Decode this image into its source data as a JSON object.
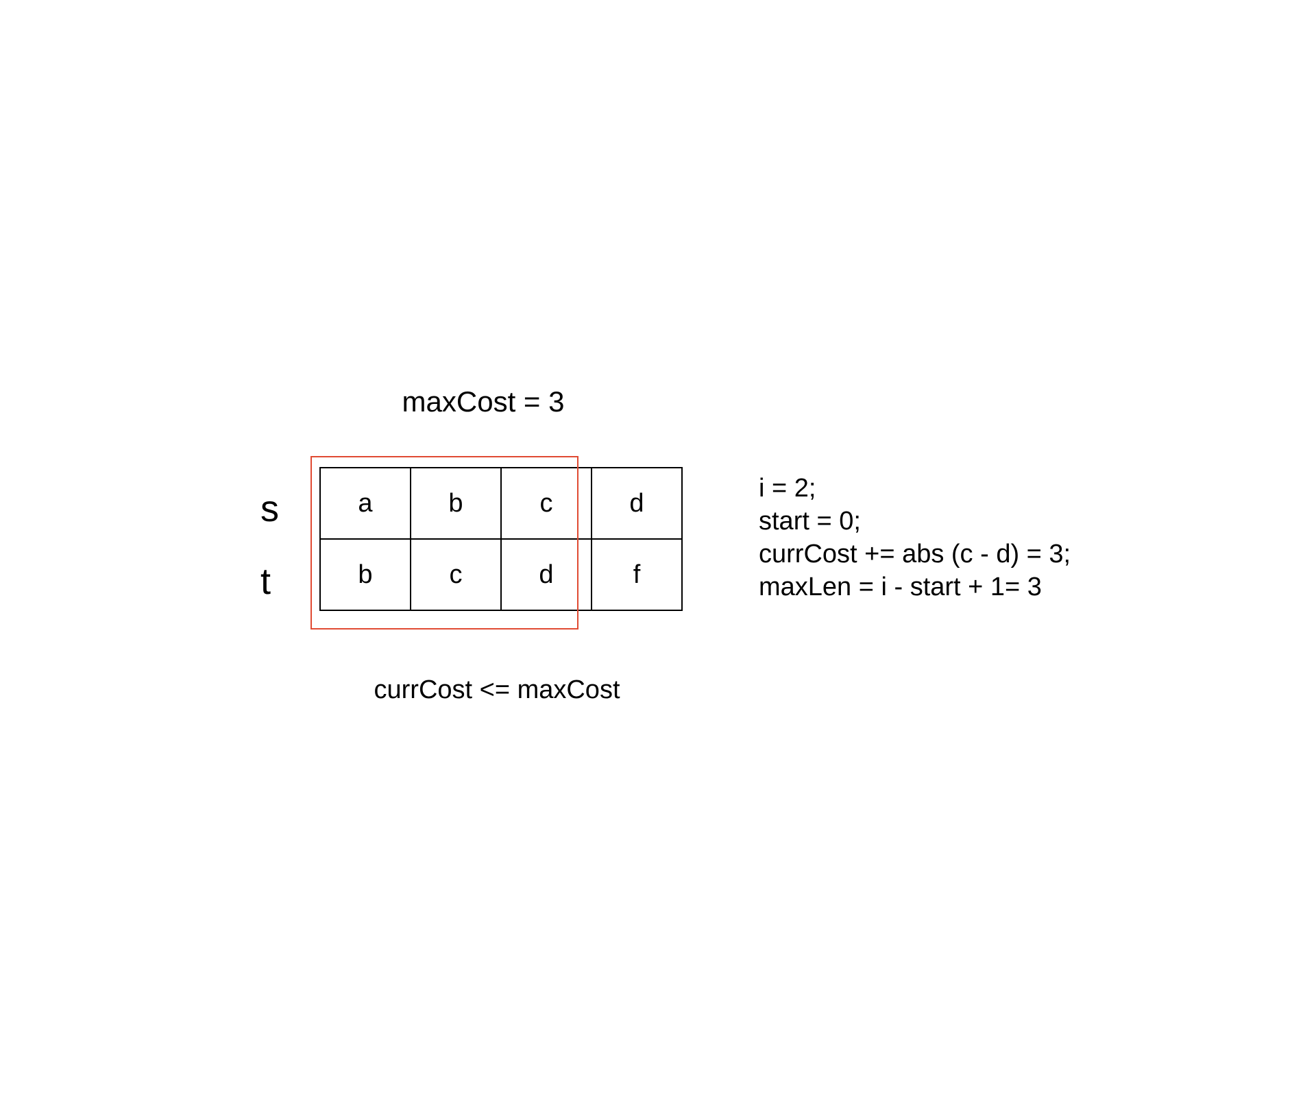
{
  "header": {
    "max_cost_label": "maxCost = 3"
  },
  "rows": {
    "s_label": "s",
    "t_label": "t"
  },
  "grid": {
    "s": [
      "a",
      "b",
      "c",
      "d"
    ],
    "t": [
      "b",
      "c",
      "d",
      "f"
    ]
  },
  "window": {
    "color": "#e04a32",
    "highlighted_columns": [
      0,
      1,
      2
    ]
  },
  "state": {
    "lines": [
      "i = 2;",
      "start = 0;",
      "currCost += abs (c - d) = 3;",
      "maxLen = i - start + 1= 3"
    ]
  },
  "footer": {
    "condition_label": "currCost <= maxCost"
  }
}
